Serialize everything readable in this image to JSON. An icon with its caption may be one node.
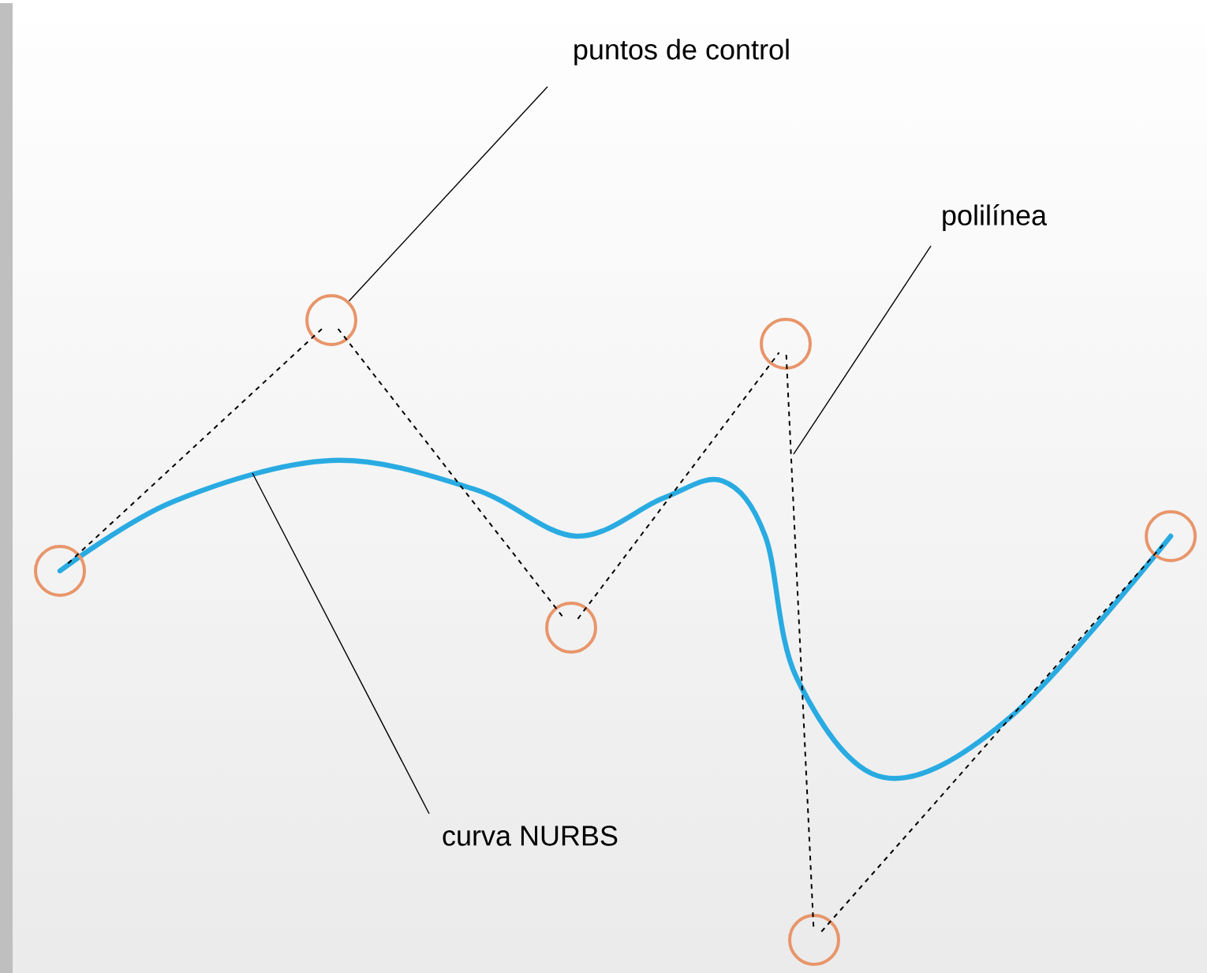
{
  "diagram": {
    "nodes": [
      {
        "text": [
          "puntos de control"
        ]
      },
      {
        "text": [
          "polilínea"
        ]
      },
      {
        "text": [
          "curva NURBS"
        ]
      },
      {
        "text": [],
        "shape": "circle"
      },
      {
        "text": [],
        "shape": "circle"
      },
      {
        "text": [],
        "shape": "circle"
      },
      {
        "text": [],
        "shape": "circle"
      },
      {
        "text": [],
        "shape": "circle"
      },
      {
        "text": [],
        "shape": "circle"
      }
    ],
    "edges": [
      {
        "from": 0,
        "to": 4,
        "arrow": "none"
      },
      {
        "from": 1,
        "to": null,
        "arrow": "none"
      },
      {
        "from": 2,
        "to": null,
        "arrow": "none"
      },
      {
        "from": 3,
        "to": 4,
        "arrow": "none",
        "style": "dashed"
      },
      {
        "from": 4,
        "to": 5,
        "arrow": "none",
        "style": "dashed"
      },
      {
        "from": 5,
        "to": 6,
        "arrow": "none",
        "style": "dashed"
      },
      {
        "from": 6,
        "to": 7,
        "arrow": "none",
        "style": "dashed"
      },
      {
        "from": 7,
        "to": 8,
        "arrow": "none",
        "style": "dashed"
      }
    ]
  }
}
